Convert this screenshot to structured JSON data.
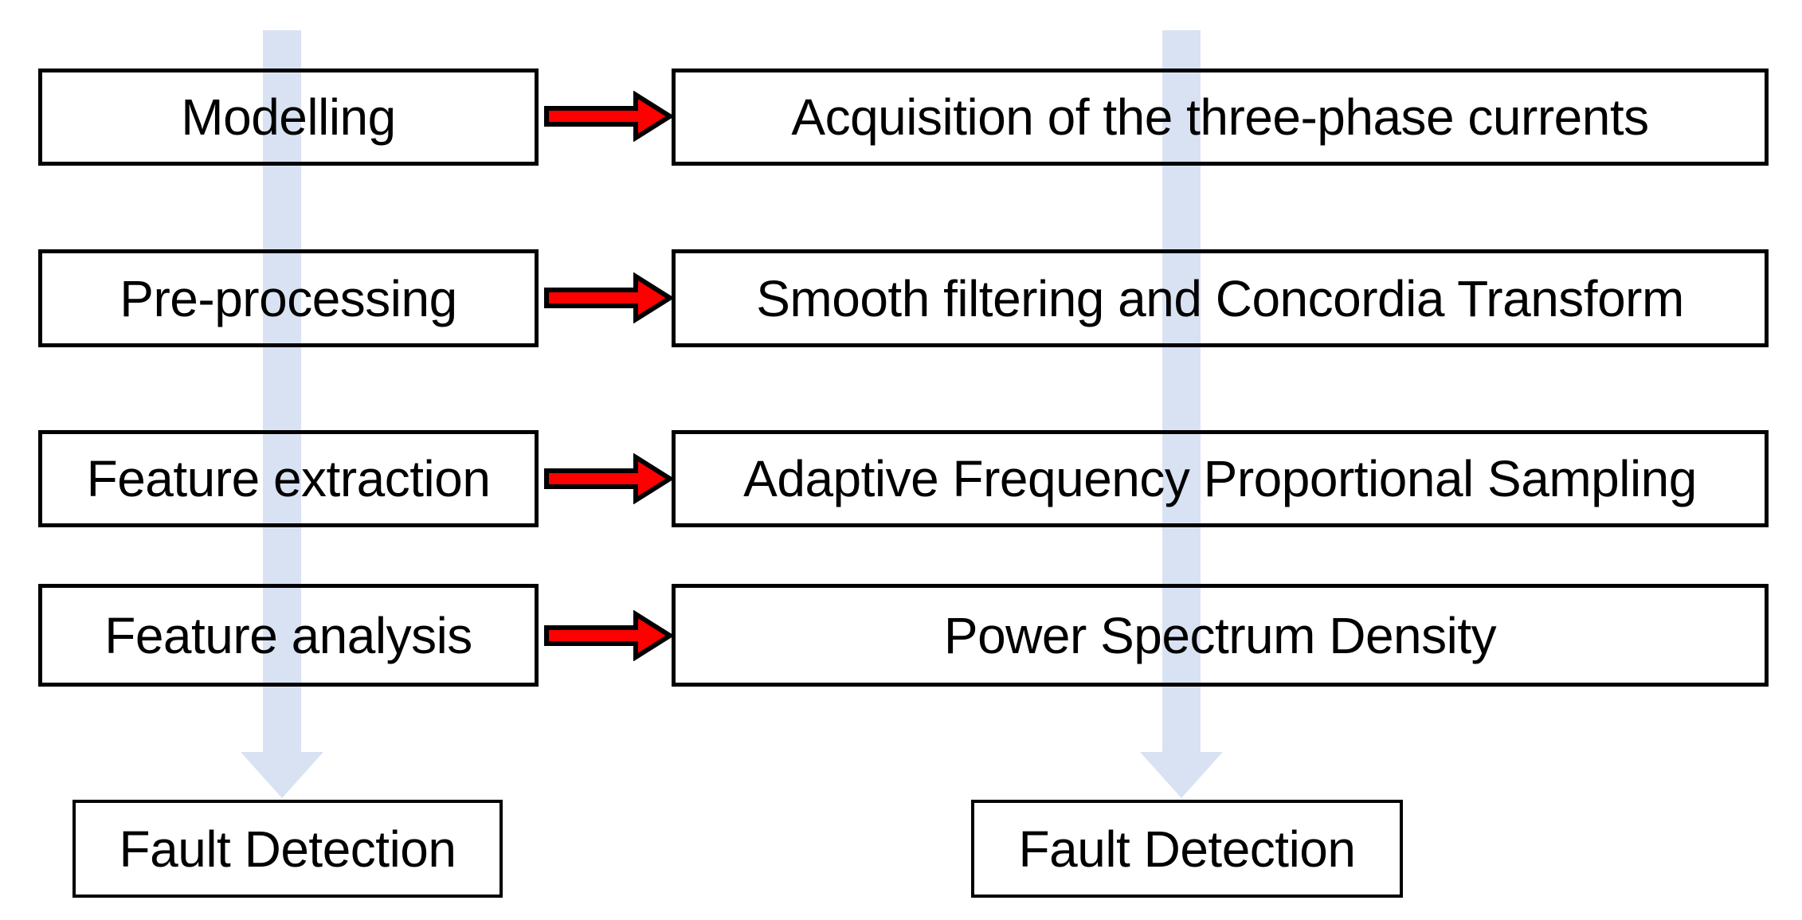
{
  "diagram": {
    "title": "Fault detection processing pipeline flowchart",
    "left_steps": [
      {
        "label": "Modelling"
      },
      {
        "label": "Pre-processing"
      },
      {
        "label": "Feature extraction"
      },
      {
        "label": "Feature analysis"
      }
    ],
    "right_steps": [
      {
        "label": "Acquisition of the three-phase currents"
      },
      {
        "label": "Smooth filtering and Concordia Transform"
      },
      {
        "label": "Adaptive Frequency Proportional Sampling"
      },
      {
        "label": "Power Spectrum Density"
      }
    ],
    "left_result": {
      "label": "Fault Detection"
    },
    "right_result": {
      "label": "Fault Detection"
    },
    "icons": {
      "flow_arrow": "right-arrow",
      "pipeline_arrow": "down-arrow"
    },
    "colors": {
      "flow_arrow_fill": "#ff0000",
      "flow_arrow_outline": "#000000",
      "pipeline_arrow_fill": "#d9e2f3",
      "box_border": "#000000",
      "text": "#000000",
      "background": "#ffffff"
    }
  }
}
